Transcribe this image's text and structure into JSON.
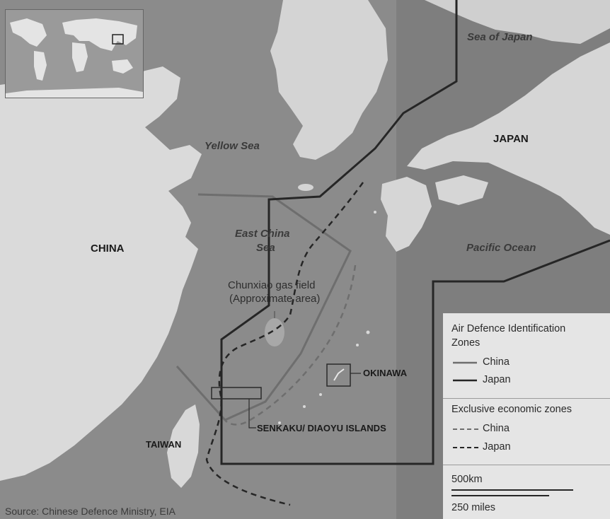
{
  "map": {
    "labels": {
      "sea_of_japan": "Sea of Japan",
      "yellow_sea": "Yellow Sea",
      "japan": "JAPAN",
      "east_china_sea_line1": "East China",
      "east_china_sea_line2": "Sea",
      "china": "CHINA",
      "pacific_ocean": "Pacific Ocean",
      "gas_field_line1": "Chunxiao gas field",
      "gas_field_line2": "(Approximate area)",
      "okinawa": "OKINAWA",
      "senkaku": "SENKAKU/ DIAOYU ISLANDS",
      "taiwan": "TAIWAN"
    },
    "source": "Source: Chinese Defence Ministry, EIA"
  },
  "legend": {
    "adiz_title_line1": "Air Defence Identification",
    "adiz_title_line2": "Zones",
    "adiz_china": "China",
    "adiz_japan": "Japan",
    "eez_title": "Exclusive economic zones",
    "eez_china": "China",
    "eez_japan": "Japan",
    "scale_km": "500km",
    "scale_miles": "250 miles"
  },
  "colors": {
    "land": "#d9d9d9",
    "sea": "#8a8a8a",
    "china_line": "#6e6e6e",
    "japan_line": "#262626"
  }
}
